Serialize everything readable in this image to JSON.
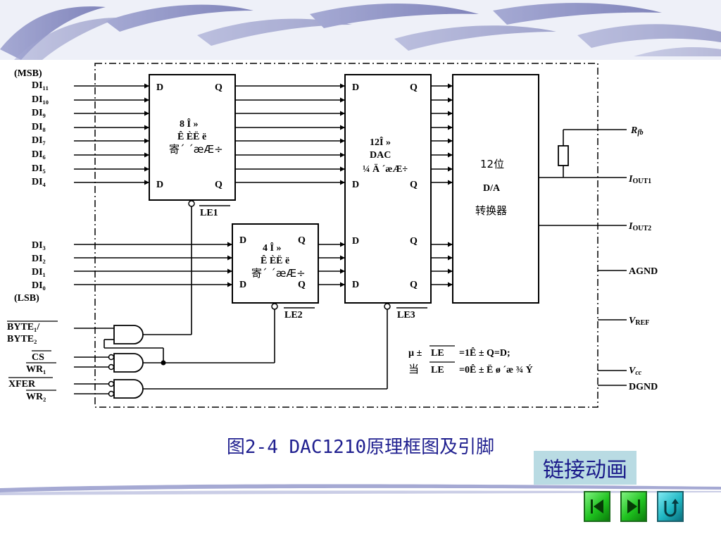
{
  "diagram": {
    "left_inputs_top": [
      "(MSB)",
      "DI₁₁",
      "DI₁₀",
      "DI₉",
      "DI₈",
      "DI₇",
      "DI₆",
      "DI₅",
      "DI₄"
    ],
    "left_inputs_bottom": [
      "DI₃",
      "DI₂",
      "DI₁",
      "DI₀",
      "(LSB)"
    ],
    "control_inputs": [
      "BYTE₁/",
      "BYTE₂",
      "CS",
      "WR₁",
      "XFER",
      "WR₂"
    ],
    "latch8": {
      "d": "D",
      "q": "Q",
      "line1": "8 Î  »",
      "line2": "Ê ÈË ë",
      "line3": "寄´ ´æÆ÷",
      "enable": "LE1"
    },
    "latch4": {
      "d": "D",
      "q": "Q",
      "line1": "4 Î  »",
      "line2": "Ê ÈË ë",
      "line3": "寄´ ´æÆ÷",
      "enable": "LE2"
    },
    "dac_reg": {
      "d": "D",
      "q": "Q",
      "line1": "12Î  »",
      "line2": "DAC",
      "line3": "¼ Ä  ´æÆ÷",
      "enable": "LE3"
    },
    "converter": {
      "line1": "12位",
      "line2": "D/A",
      "line3": "转换器"
    },
    "right_pins": [
      "R",
      "fb",
      "I",
      "OUT1",
      "I",
      "OUT2",
      "AGND",
      "V",
      "REF",
      "V",
      "cc",
      "DGND"
    ],
    "notes": {
      "line1_prefix": "µ ±",
      "line1_le": "LE",
      "line1_rest": "=1Ê ± Q=D;",
      "line2_prefix": "当",
      "line2_le": "LE",
      "line2_rest": "=0Ê ± Ë ø ´æ ¾ Ý"
    }
  },
  "caption": "图2-4 DAC1210原理框图及引脚",
  "animation_link": "链接动画",
  "colors": {
    "caption": "#1f1f8f",
    "link_bg": "#b9dbe3",
    "nav_green": "#1fc21f",
    "nav_cyan": "#1fb6c2"
  },
  "nav_icons": [
    "first-icon",
    "last-icon",
    "return-icon"
  ]
}
